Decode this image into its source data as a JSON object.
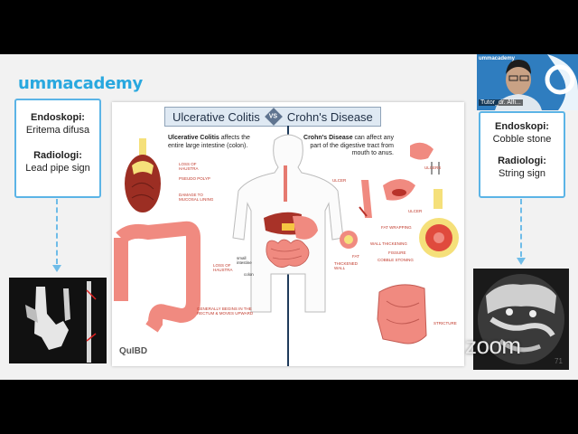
{
  "brand": "ummacademy",
  "left_card": {
    "endoskopi_label": "Endoskopi:",
    "endoskopi_value": "Eritema difusa",
    "radiologi_label": "Radiologi:",
    "radiologi_value": "Lead pipe sign"
  },
  "right_card": {
    "endoskopi_label": "Endoskopi:",
    "endoskopi_value": "Cobble stone",
    "radiologi_label": "Radiologi:",
    "radiologi_value": "String sign"
  },
  "poster": {
    "title_left": "Ulcerative Colitis",
    "vs": "VS",
    "title_right": "Crohn's Disease",
    "uc_bold": "Ulcerative Colitis",
    "uc_desc": " affects the entire large intestine (colon).",
    "cd_bold": "Crohn's Disease",
    "cd_desc": " can affect any part of the digestive tract from mouth to anus.",
    "labels_uc": [
      "LOSS OF HAUSTRA",
      "PSEUDO POLYP",
      "DAMAGE TO MUCOSAL LINING",
      "LOSS OF HAUSTRA",
      "GENERALLY BEGINS IN THE RECTUM & MOVES UPWARD"
    ],
    "labels_cd": [
      "ULCERS",
      "ULCER",
      "ULCER",
      "FAT WRAPPING",
      "WALL THICKENING",
      "FISSURE",
      "COBBLE STONING",
      "FAT",
      "THICKENED WALL",
      "STRICTURE"
    ],
    "small_intestine": "small intestine",
    "colon": "colon",
    "credit": "QuIBD"
  },
  "video": {
    "name": "Tutor_dr. Alfi...",
    "logo": "ummacademy"
  },
  "page_number": "71",
  "zoom_watermark": "zoom",
  "colors": {
    "accent": "#29a8df",
    "card_border": "#5bb4e6",
    "organ": "#f08a80",
    "lesion": "#b8322a"
  }
}
